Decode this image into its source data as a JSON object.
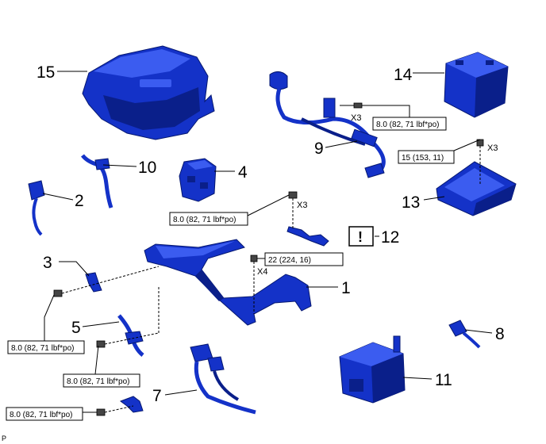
{
  "parts": [
    {
      "id": "p1",
      "label": "1"
    },
    {
      "id": "p2",
      "label": "2"
    },
    {
      "id": "p3",
      "label": "3"
    },
    {
      "id": "p4",
      "label": "4"
    },
    {
      "id": "p5",
      "label": "5"
    },
    {
      "id": "p7",
      "label": "7"
    },
    {
      "id": "p8",
      "label": "8"
    },
    {
      "id": "p9",
      "label": "9"
    },
    {
      "id": "p10",
      "label": "10"
    },
    {
      "id": "p11",
      "label": "11"
    },
    {
      "id": "p12",
      "label": "12"
    },
    {
      "id": "p13",
      "label": "13"
    },
    {
      "id": "p14",
      "label": "14"
    },
    {
      "id": "p15",
      "label": "15"
    }
  ],
  "torques": [
    {
      "id": "t1",
      "value": "8.0 (82, 71 lbf*po)"
    },
    {
      "id": "t2",
      "value": "15 (153, 11)"
    },
    {
      "id": "t3",
      "value": "8.0 (82, 71 lbf*po)"
    },
    {
      "id": "t4",
      "value": "22 (224, 16)"
    },
    {
      "id": "t5",
      "value": "8.0 (82, 71 lbf*po)"
    },
    {
      "id": "t6",
      "value": "8.0 (82, 71 lbf*po)"
    },
    {
      "id": "t7",
      "value": "8.0 (82, 71 lbf*po)"
    }
  ],
  "quantities": [
    {
      "id": "q1",
      "value": "X3"
    },
    {
      "id": "q2",
      "value": "X3"
    },
    {
      "id": "q3",
      "value": "X3"
    },
    {
      "id": "q4",
      "value": "X4"
    }
  ],
  "caution_symbol": "!",
  "corner_mark": "P"
}
